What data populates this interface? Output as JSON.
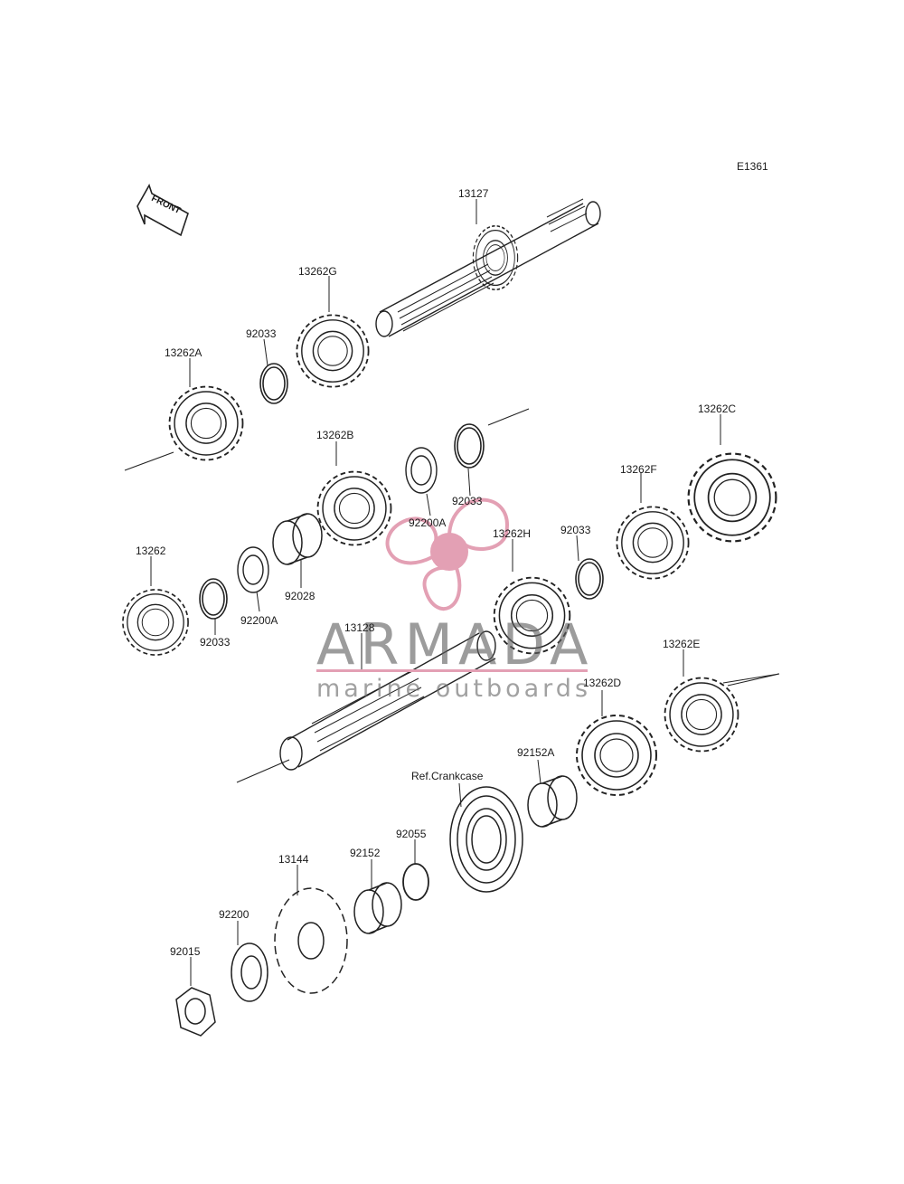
{
  "diagram": {
    "code": "E1361",
    "front_label": "FRONT",
    "watermark": {
      "brand": "ARMADA",
      "tagline": "marine outboards",
      "brand_color": "#e3a0b4"
    },
    "parts": [
      {
        "id": "p-13127",
        "label": "13127"
      },
      {
        "id": "p-13262G",
        "label": "13262G"
      },
      {
        "id": "p-92033-a",
        "label": "92033"
      },
      {
        "id": "p-13262A",
        "label": "13262A"
      },
      {
        "id": "p-13262B",
        "label": "13262B"
      },
      {
        "id": "p-92033-b",
        "label": "92033"
      },
      {
        "id": "p-92200A-a",
        "label": "92200A"
      },
      {
        "id": "p-13262C",
        "label": "13262C"
      },
      {
        "id": "p-13262F",
        "label": "13262F"
      },
      {
        "id": "p-92033-c",
        "label": "92033"
      },
      {
        "id": "p-13262H",
        "label": "13262H"
      },
      {
        "id": "p-13262",
        "label": "13262"
      },
      {
        "id": "p-92033-d",
        "label": "92033"
      },
      {
        "id": "p-92200A-b",
        "label": "92200A"
      },
      {
        "id": "p-92028",
        "label": "92028"
      },
      {
        "id": "p-13128",
        "label": "13128"
      },
      {
        "id": "p-13262E",
        "label": "13262E"
      },
      {
        "id": "p-13262D",
        "label": "13262D"
      },
      {
        "id": "p-92152A",
        "label": "92152A"
      },
      {
        "id": "p-ref-crankcase",
        "label": "Ref.Crankcase"
      },
      {
        "id": "p-92055",
        "label": "92055"
      },
      {
        "id": "p-92152",
        "label": "92152"
      },
      {
        "id": "p-13144",
        "label": "13144"
      },
      {
        "id": "p-92200",
        "label": "92200"
      },
      {
        "id": "p-92015",
        "label": "92015"
      }
    ]
  }
}
